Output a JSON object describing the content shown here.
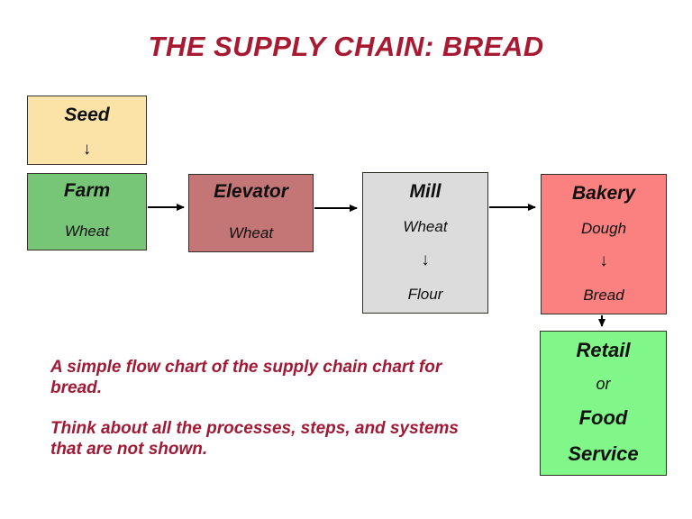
{
  "title": "THE SUPPLY CHAIN: BREAD",
  "title_color": "#A81A32",
  "caption_color": "#A01A35",
  "arrow_color": "#000000",
  "boxes": {
    "seed": {
      "label": "Seed",
      "down_arrow": "↓",
      "bg": "#FBE3A7"
    },
    "farm": {
      "label": "Farm",
      "product": "Wheat",
      "bg": "#77C577"
    },
    "elevator": {
      "label": "Elevator",
      "product": "Wheat",
      "bg": "#C47676"
    },
    "mill": {
      "label": "Mill",
      "lines": [
        "Wheat",
        "↓",
        "Flour"
      ],
      "bg": "#DCDCDC"
    },
    "bakery": {
      "label": "Bakery",
      "lines": [
        "Dough",
        "↓",
        "Bread"
      ],
      "bg": "#FB8181"
    },
    "retail": {
      "lines": [
        "Retail",
        "or",
        "Food",
        "Service"
      ],
      "bg": "#80F788"
    }
  },
  "caption": {
    "para1_lines": [
      "A simple flow chart of the supply chain chart for",
      "bread."
    ],
    "para2_lines": [
      "Think about all the processes, steps, and systems",
      "that are not shown."
    ]
  }
}
